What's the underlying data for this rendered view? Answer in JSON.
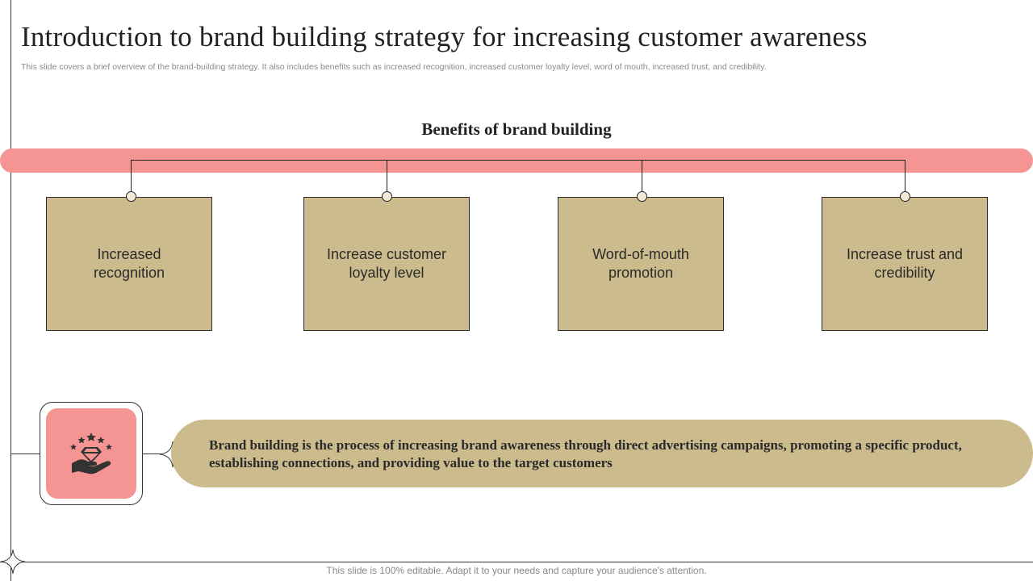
{
  "slide": {
    "title": "Introduction to brand building strategy for increasing customer awareness",
    "subtitle": "This slide covers a brief overview of the brand-building strategy. It also includes benefits such as increased recognition, increased customer loyalty level, word of mouth, increased trust, and credibility.",
    "section_title": "Benefits of brand building",
    "benefits": [
      {
        "label": "Increased recognition"
      },
      {
        "label": "Increase customer loyalty level"
      },
      {
        "label": "Word-of-mouth promotion"
      },
      {
        "label": "Increase trust and credibility"
      }
    ],
    "definition": "Brand building is the process of increasing brand awareness through direct advertising campaigns, promoting a specific product, establishing connections, and providing value to the target customers",
    "footer": "This slide is 100% editable. Adapt it to your needs and capture your audience's attention."
  },
  "icons": {
    "central": "diamond-in-hand-with-stars-icon",
    "sparkle": "four-point-star-icon"
  },
  "colors": {
    "pink": "#f49593",
    "tan": "#ccbb8c",
    "text": "#222222",
    "muted": "#8a8a8a"
  }
}
